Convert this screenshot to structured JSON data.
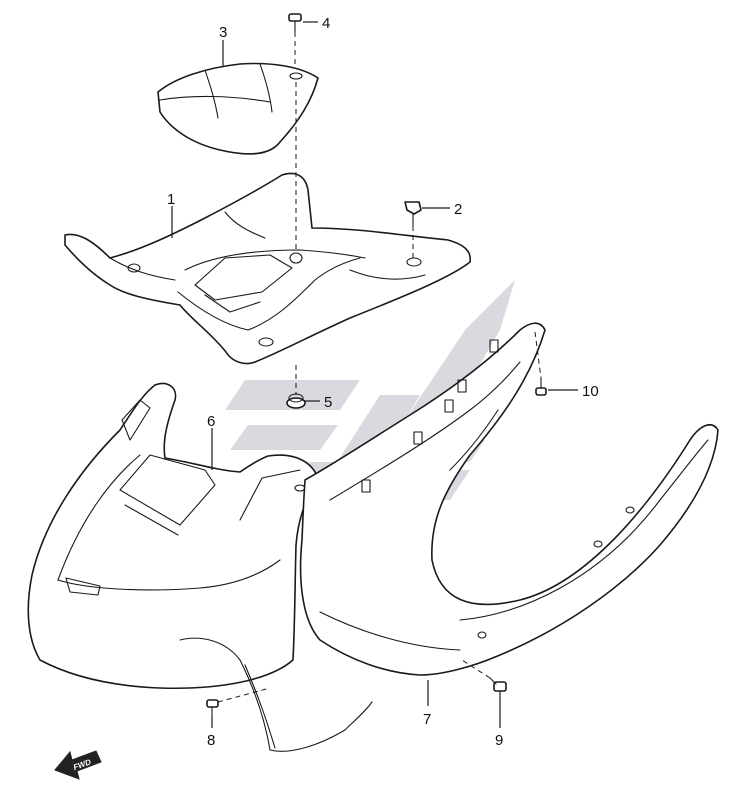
{
  "diagram": {
    "callouts": [
      {
        "id": "c1",
        "label": "1"
      },
      {
        "id": "c2",
        "label": "2"
      },
      {
        "id": "c3",
        "label": "3"
      },
      {
        "id": "c4",
        "label": "4"
      },
      {
        "id": "c5",
        "label": "5"
      },
      {
        "id": "c6",
        "label": "6"
      },
      {
        "id": "c7",
        "label": "7"
      },
      {
        "id": "c8",
        "label": "8"
      },
      {
        "id": "c9",
        "label": "9"
      },
      {
        "id": "c10",
        "label": "10"
      }
    ],
    "fwd_label": "FWD",
    "colors": {
      "line": "#1a1a1a",
      "watermark": "#b9b9c4",
      "background": "#ffffff"
    }
  }
}
